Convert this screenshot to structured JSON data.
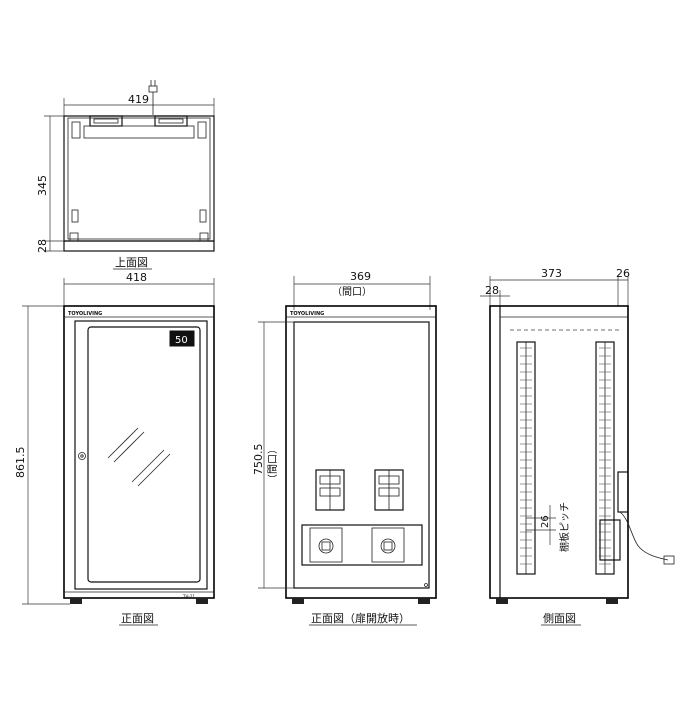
{
  "top_view": {
    "caption": "上面図",
    "dim_width": "419",
    "dim_depth": "345",
    "dim_foot": "28"
  },
  "front_view": {
    "caption": "正面図",
    "dim_width": "418",
    "dim_height": "861.5",
    "brand_label": "TOYOLIVING",
    "display_text": "50",
    "base_tag": "TH-21"
  },
  "front_open_view": {
    "caption": "正面図（扉開放時）",
    "dim_width": "369",
    "dim_width_note": "（間口）",
    "dim_height": "750.5",
    "dim_height_note": "（間口）",
    "brand_label": "TOYOLIVING"
  },
  "side_view": {
    "caption": "側面図",
    "dim_depth": "373",
    "dim_handle": "26",
    "dim_door": "28",
    "dim_pitch": "26",
    "pitch_label": "棚板ピッチ"
  }
}
